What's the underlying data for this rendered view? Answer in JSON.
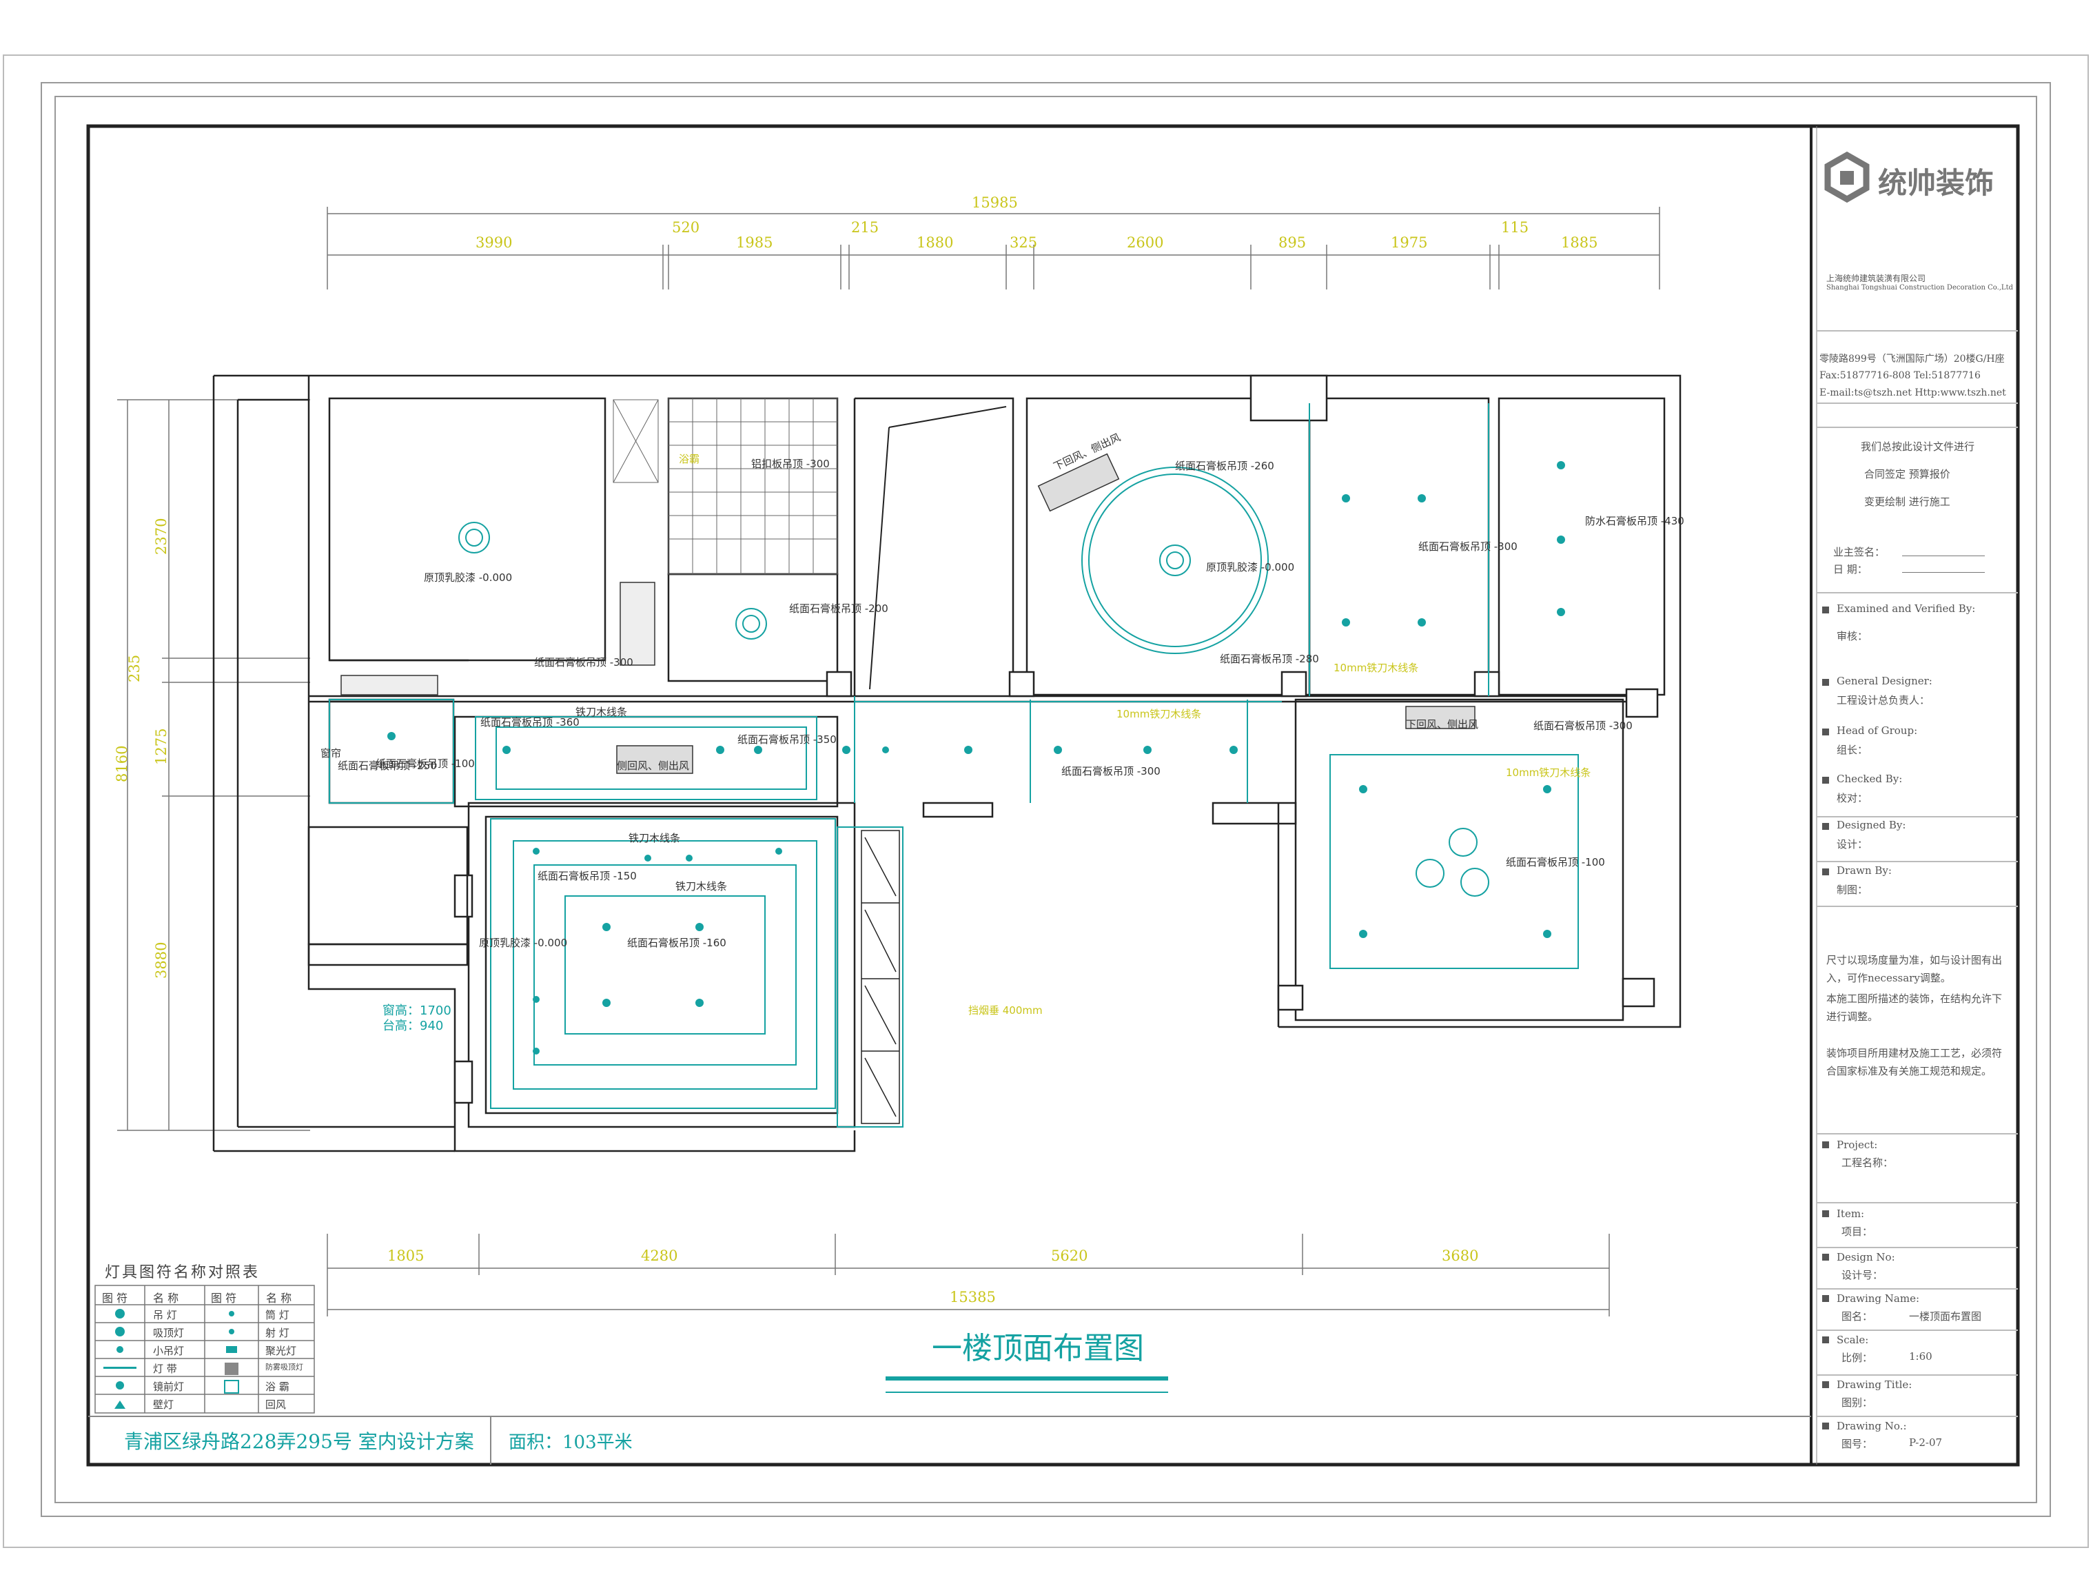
{
  "title": "一楼顶面布置图",
  "brand": {
    "name": "统帅装饰",
    "company_cn": "上海统帅建筑装潢有限公司",
    "company_en": "Shanghai Tongshuai Construction Decoration Co.,Ltd"
  },
  "contact": {
    "address": "零陵路899号（飞洲国际广场）20楼G/H座",
    "phone": "Fax:51877716-808  Tel:51877716",
    "web": "E-mail:ts@tszh.net Http:www.tszh.net"
  },
  "workflow": {
    "line1": "我们总按此设计文件进行",
    "line2": "合同签定  预算报价",
    "line3": "变更绘制  进行施工"
  },
  "signature": {
    "owner_sign": "业主签名：",
    "date": "日    期："
  },
  "fields": [
    {
      "en": "Examined and Verified By:",
      "cn": "审核："
    },
    {
      "en": "General Designer:",
      "cn": "工程设计总负责人："
    },
    {
      "en": "Head of Group:",
      "cn": "组长："
    },
    {
      "en": "Checked By:",
      "cn": "校对："
    },
    {
      "en": "Designed By:",
      "cn": "设计："
    },
    {
      "en": "Drawn By:",
      "cn": "制图："
    }
  ],
  "notes": [
    "尺寸以现场度量为准，如与设计图有出入，可作necessary调整。",
    "本施工图所描述的装饰，在结构允许下进行调整。",
    "装饰项目所用建材及施工工艺，必须符合国家标准及有关施工规范和规定。"
  ],
  "fields2": [
    {
      "en": "Project:",
      "cn": "工程名称：",
      "value": ""
    },
    {
      "en": "Item:",
      "cn": "项目：",
      "value": ""
    },
    {
      "en": "Design No:",
      "cn": "设计号：",
      "value": ""
    },
    {
      "en": "Drawing Name:",
      "cn": "图名：",
      "value": "一楼顶面布置图"
    },
    {
      "en": "Scale:",
      "cn": "比例：",
      "value": "1:60"
    },
    {
      "en": "Drawing Title:",
      "cn": "图别：",
      "value": ""
    },
    {
      "en": "Drawing No.:",
      "cn": "图号：",
      "value": "P-2-07"
    }
  ],
  "footer": {
    "project": "青浦区绿舟路228弄295号   室内设计方案",
    "area": "面积：103平米"
  },
  "dims_top": {
    "total": "15985",
    "segs": [
      "3990",
      "520",
      "1985",
      "215",
      "1880",
      "325",
      "2600",
      "895",
      "1975",
      "115",
      "1885"
    ]
  },
  "dims_bottom": {
    "total": "15385",
    "segs": [
      "1805",
      "4280",
      "5620",
      "3680"
    ]
  },
  "dims_left": {
    "total": "8160",
    "segs": [
      "2370",
      "235",
      "1275",
      "3880"
    ]
  },
  "window_note": {
    "h": "窗高：1700",
    "t": "台高：940"
  },
  "legend": {
    "title": "灯具图符名称对照表",
    "header": [
      "图 符",
      "名 称",
      "图 符",
      "名 称"
    ],
    "rows": [
      {
        "l": "吊 灯",
        "r": "筒 灯"
      },
      {
        "l": "吸顶灯",
        "r": "射 灯"
      },
      {
        "l": "小吊灯",
        "r": "聚光灯"
      },
      {
        "l": "灯 带",
        "r": "防雾吸顶灯"
      },
      {
        "l": "镜前灯",
        "r": "浴 霸"
      },
      {
        "l": "壁灯",
        "r": "回风"
      }
    ]
  },
  "annotations": [
    "原顶乳胶漆 -0.000",
    "纸面石膏板吊顶 -300",
    "铝扣板吊顶 -300",
    "纸面石膏板吊顶 -200",
    "纸面石膏板吊顶 -250",
    "纸面石膏板吊顶 -350",
    "纸面石膏板吊顶 -360",
    "纸面石膏板吊顶 -100",
    "纸面石膏板吊顶 -300",
    "纸面石膏板吊顶 -150",
    "纸面石膏板吊顶 -160",
    "纸面石膏板吊顶 -260",
    "原顶乳胶漆 -0.000",
    "纸面石膏板吊顶 -280",
    "纸面石膏板吊顶 -300",
    "防水石膏板吊顶 -430",
    "纸面石膏板吊顶 -300",
    "纸面石膏板吊顶 -100",
    "挡烟垂 400mm",
    "10mm铁刀木线条",
    "10mm铁刀木线条",
    "10mm铁刀木线条",
    "下回风、侧出风",
    "侧回风、侧出风",
    "下回风、侧出风",
    "铁刀木线条",
    "铁刀木线条",
    "铁刀木线条",
    "窗帘",
    "浴霸",
    "原顶乳胶漆 -0.000"
  ],
  "colors": {
    "teal": "#15a2a2",
    "yellow": "#c9c51a",
    "dark": "#222222",
    "green": "#2aa02a"
  }
}
